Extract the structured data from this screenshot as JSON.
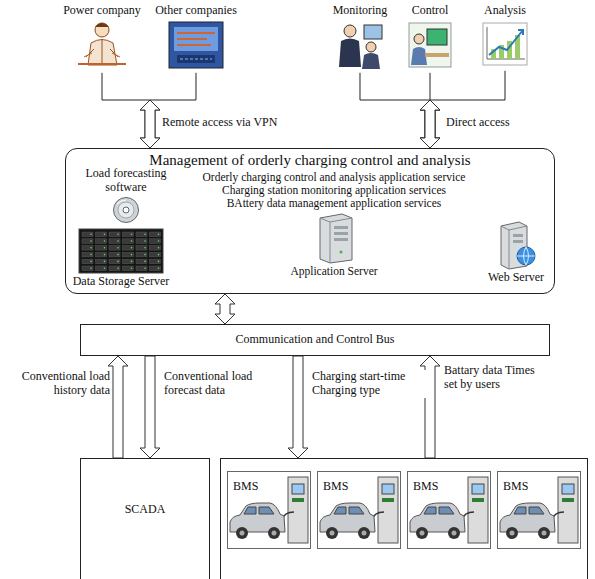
{
  "diagram": {
    "nodes": [
      {
        "text": [
          "Power company"
        ]
      },
      {
        "text": [
          "Other companies"
        ]
      },
      {
        "text": [
          "Monitoring"
        ]
      },
      {
        "text": [
          "Control"
        ]
      },
      {
        "text": [
          "Analysis"
        ]
      },
      {
        "text": [
          "Management of orderly charging control and analysis"
        ]
      },
      {
        "text": [
          "Load forecasting software"
        ],
        "in": 5
      },
      {
        "text": [
          "Data Storage Server"
        ],
        "in": 5
      },
      {
        "text": [
          "Orderly charging control and analysis application service",
          "Charging station monitoring application services",
          "BAttery data management application services",
          "Application Server"
        ],
        "in": 5
      },
      {
        "text": [
          "Web Server"
        ],
        "in": 5
      },
      {
        "text": [
          "Communication and Control Bus"
        ]
      },
      {
        "text": [
          "SCADA"
        ]
      },
      {
        "text": []
      },
      {
        "text": [
          "BMS"
        ],
        "in": 12
      },
      {
        "text": [
          "BMS"
        ],
        "in": 12
      },
      {
        "text": [
          "BMS"
        ],
        "in": 12
      },
      {
        "text": [
          "BMS"
        ],
        "in": 12
      }
    ],
    "edges": [
      {
        "from": 0,
        "to": 5,
        "arrow": "both",
        "label": "Remote access via VPN"
      },
      {
        "from": 1,
        "to": 5,
        "arrow": "both"
      },
      {
        "from": 2,
        "to": 5,
        "arrow": "both",
        "label": "Direct access"
      },
      {
        "from": 3,
        "to": 5,
        "arrow": "both"
      },
      {
        "from": 4,
        "to": 5,
        "arrow": "both"
      },
      {
        "from": 5,
        "to": 10,
        "arrow": "both"
      },
      {
        "from": 11,
        "to": 10,
        "arrow": "to",
        "label": "Conventional load history data"
      },
      {
        "from": 10,
        "to": 11,
        "arrow": "to",
        "label": "Conventional load forecast data"
      },
      {
        "from": 10,
        "to": 12,
        "arrow": "to",
        "label": "Charging start-time Charging type"
      },
      {
        "from": 12,
        "to": 10,
        "arrow": "to",
        "label": "Battary data Times set by users"
      }
    ]
  }
}
